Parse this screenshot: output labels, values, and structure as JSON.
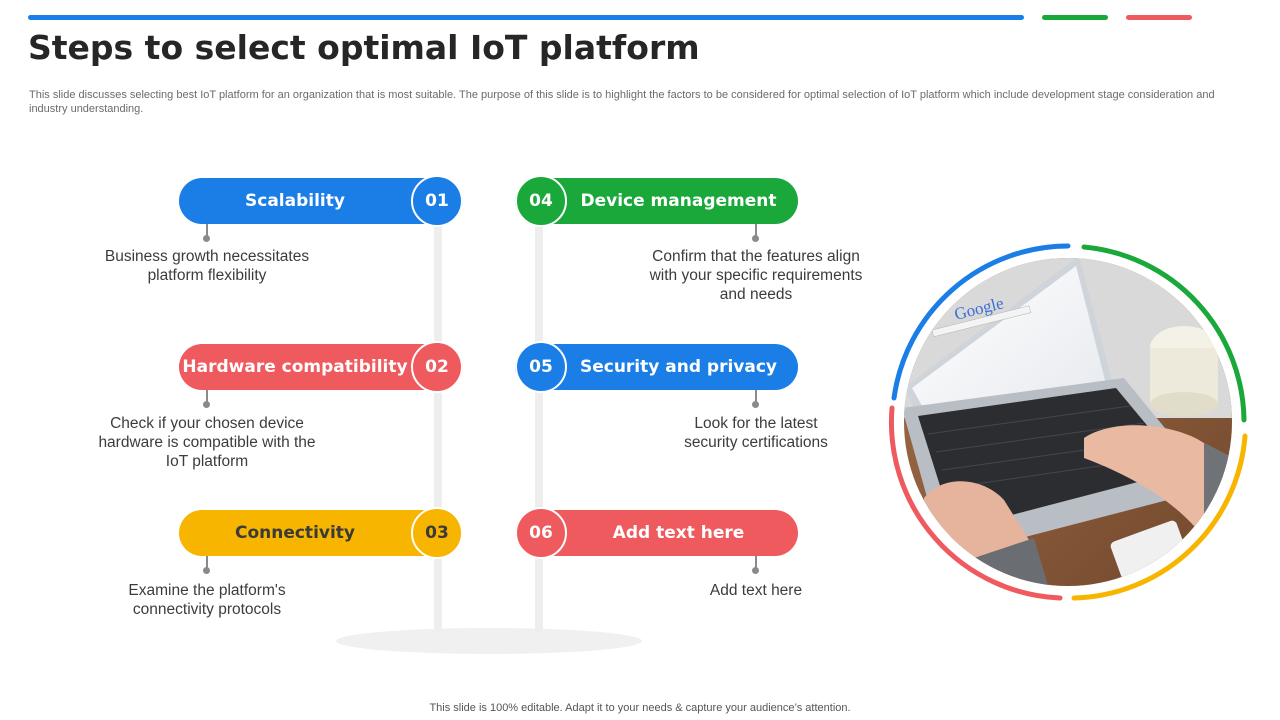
{
  "title": "Steps to select optimal IoT platform",
  "subtitle": "This slide discusses selecting best IoT platform for an organization that is most suitable. The purpose of this slide is to highlight the factors to be considered for optimal selection of IoT platform which include development stage consideration and industry understanding.",
  "steps": [
    {
      "number": "01",
      "label": "Scalability",
      "description": "Business growth necessitates platform flexibility",
      "color": "#1a7ee6"
    },
    {
      "number": "02",
      "label": "Hardware compatibility",
      "description": "Check if your chosen device hardware is compatible with the IoT platform",
      "color": "#ef5a5f"
    },
    {
      "number": "03",
      "label": "Connectivity",
      "description": "Examine the platform's connectivity protocols",
      "color": "#f7b500"
    },
    {
      "number": "04",
      "label": "Device management",
      "description": "Confirm that the features align with your specific requirements and needs",
      "color": "#1aa83a"
    },
    {
      "number": "05",
      "label": "Security and privacy",
      "description": "Look for the latest security certifications",
      "color": "#1a7ee6"
    },
    {
      "number": "06",
      "label": "Add text here",
      "description": "Add text here",
      "color": "#ef5a5f"
    }
  ],
  "photo": {
    "screen_brand": "Google"
  },
  "footer": "This slide is 100% editable. Adapt it to your needs & capture your audience’s attention."
}
